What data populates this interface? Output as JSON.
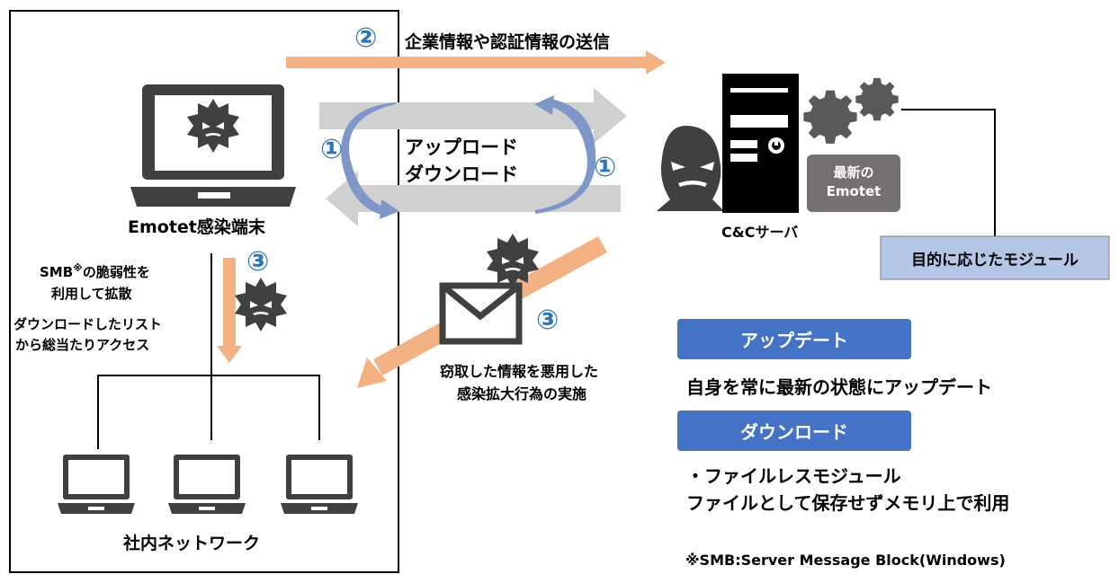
{
  "network_box": {
    "infected_terminal_label": "Emotet感染端末",
    "internal_network_label": "社内ネットワーク",
    "smb_note_line1": "SMB",
    "smb_note_sup": "※",
    "smb_note_line1b": "の脆弱性を",
    "smb_note_line2": "利用して拡散",
    "list_note_line1": "ダウンロードしたリスト",
    "list_note_line2": "から総当たりアクセス"
  },
  "steps": {
    "step1": "①",
    "step2": "②",
    "step3": "③"
  },
  "arrows": {
    "send_label": "企業情報や認証情報の送信",
    "upload_label": "アップロード",
    "download_label": "ダウンロード",
    "misuse_line1": "窃取した情報を悪用した",
    "misuse_line2": "感染拡大行為の実施"
  },
  "server": {
    "label": "C&Cサーバ",
    "latest_line1": "最新の",
    "latest_line2": "Emotet",
    "module_label": "目的に応じたモジュール"
  },
  "legend": {
    "update_title": "アップデート",
    "update_desc": "自身を常に最新の状態にアップデート",
    "download_title": "ダウンロード",
    "download_desc_line1": "・ファイルレスモジュール",
    "download_desc_line2": "ファイルとして保存せずメモリ上で利用"
  },
  "footnote": "※SMB:Server Message Block(Windows)",
  "colors": {
    "orange_arrow": "#F4B183",
    "gray_arrow": "#D0D0D0",
    "blue_curve": "#7F96C8",
    "accent_blue": "#4472C4",
    "step_blue": "#2E75B6",
    "device_gray": "#404040",
    "module_box": "#B4C7E7"
  }
}
